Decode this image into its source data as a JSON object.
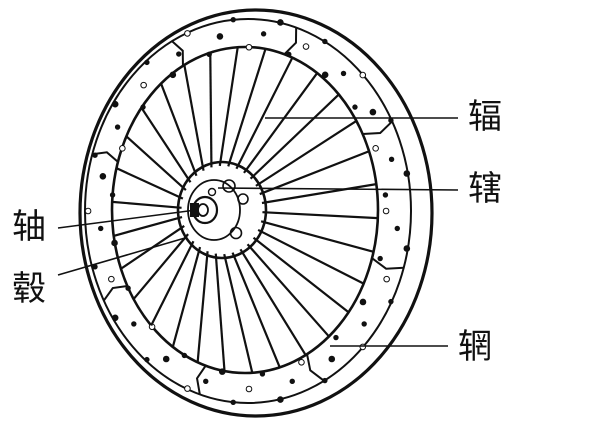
{
  "labels": {
    "fu": "辐",
    "xia": "辖",
    "zhou": "轴",
    "gu": "毂",
    "wang": "辋"
  },
  "wheel": {
    "spoke_count": 30,
    "rim_segments": 8
  }
}
